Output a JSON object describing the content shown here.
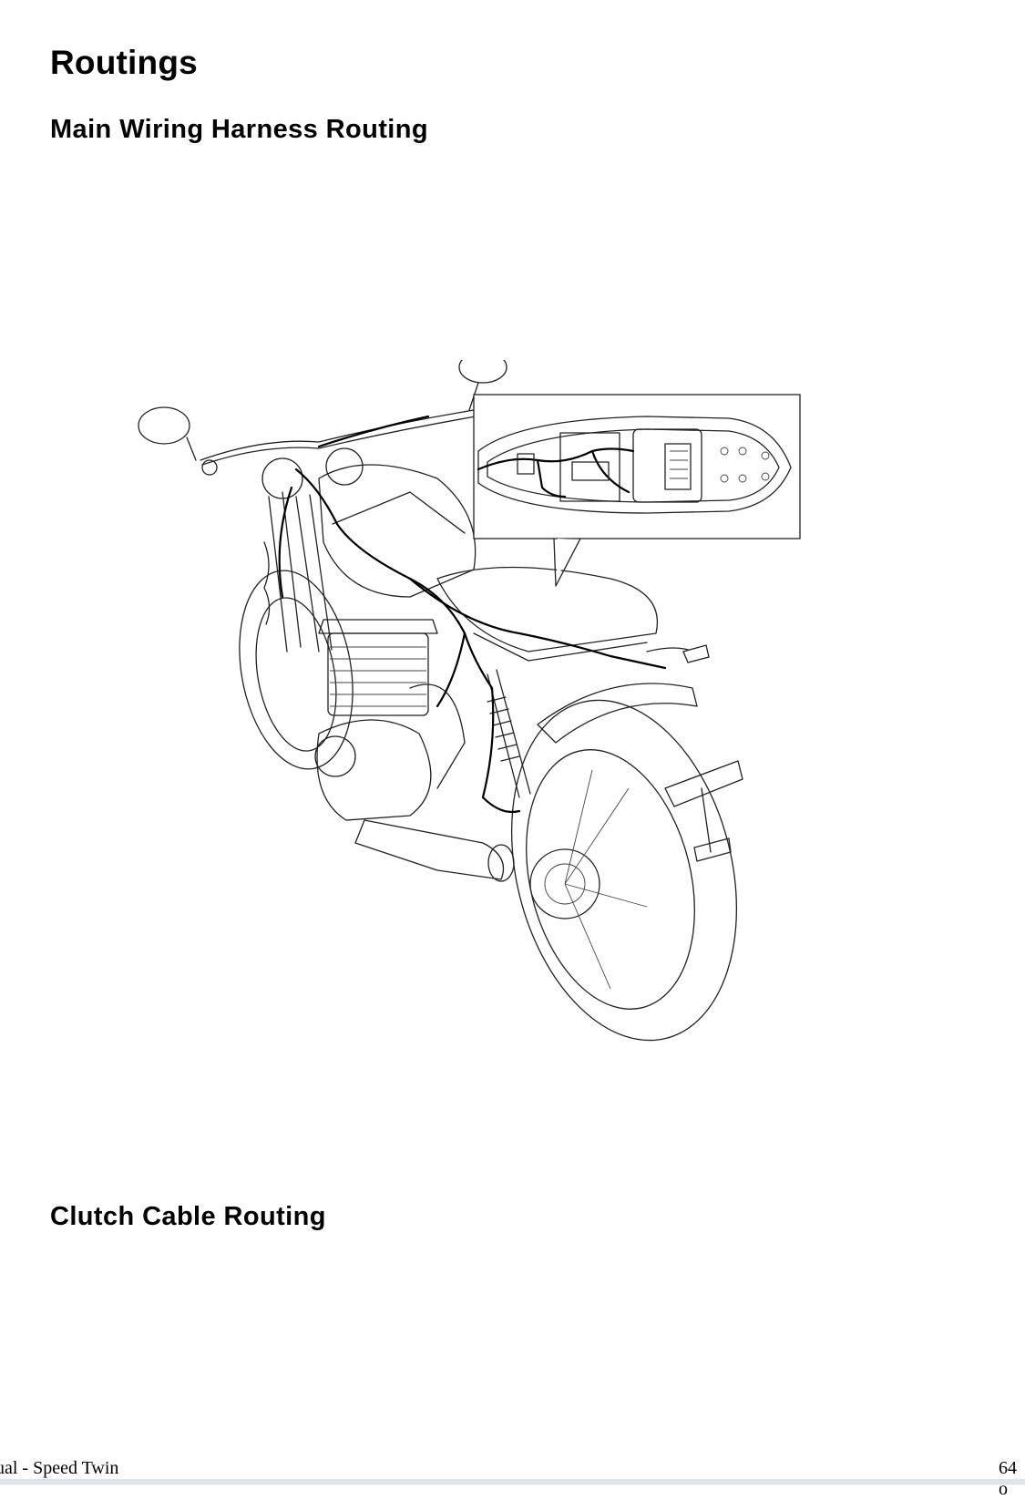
{
  "document": {
    "title": "Routings",
    "sections": [
      {
        "heading": "Main Wiring Harness Routing"
      },
      {
        "heading": "Clutch Cable Routing"
      }
    ],
    "footer": {
      "left": "nual - Speed Twin",
      "right": "64 o"
    }
  },
  "figure": {
    "subject": "motorcycle wiring harness line drawing with seat-area detail inset",
    "icon": "motorcycle-line-drawing"
  }
}
